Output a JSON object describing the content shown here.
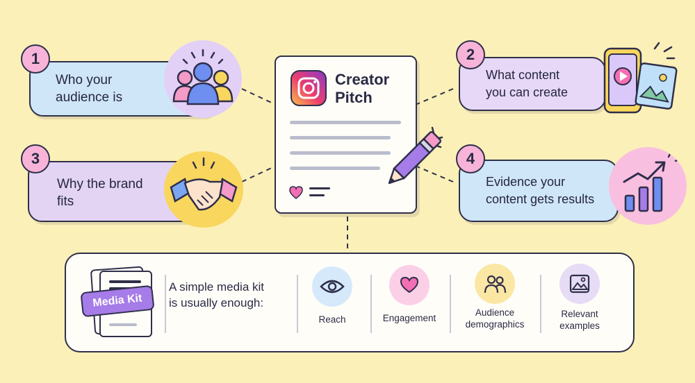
{
  "doc": {
    "title": "Creator\nPitch"
  },
  "cards": [
    {
      "number": "1",
      "label": "Who your\naudience is",
      "icon": "audience-people-icon",
      "color": "#cfe6f8"
    },
    {
      "number": "2",
      "label": "What content\nyou can create",
      "icon": "phone-content-icon",
      "color": "#e6d8f6"
    },
    {
      "number": "3",
      "label": "Why the brand\nfits",
      "icon": "handshake-icon",
      "color": "#e3d4f4"
    },
    {
      "number": "4",
      "label": "Evidence your\ncontent gets results",
      "icon": "growth-chart-icon",
      "color": "#cfe6f8"
    }
  ],
  "media_kit": {
    "tag": "Media Kit",
    "intro": "A simple media kit\nis usually enough:",
    "metrics": [
      {
        "label": "Reach",
        "icon": "eye-icon",
        "color": "#d6e9fb"
      },
      {
        "label": "Engagement",
        "icon": "heart-icon",
        "color": "#fbd0e6"
      },
      {
        "label": "Audience\ndemographics",
        "icon": "people-icon",
        "color": "#fbe7a4"
      },
      {
        "label": "Relevant\nexamples",
        "icon": "image-icon",
        "color": "#e6dcf6"
      }
    ]
  },
  "colors": {
    "background": "#fbf0b8",
    "outline": "#2f2f4a",
    "badge": "#f7b4d8",
    "accent_purple": "#a67ce8",
    "accent_pink": "#f36fb3"
  }
}
